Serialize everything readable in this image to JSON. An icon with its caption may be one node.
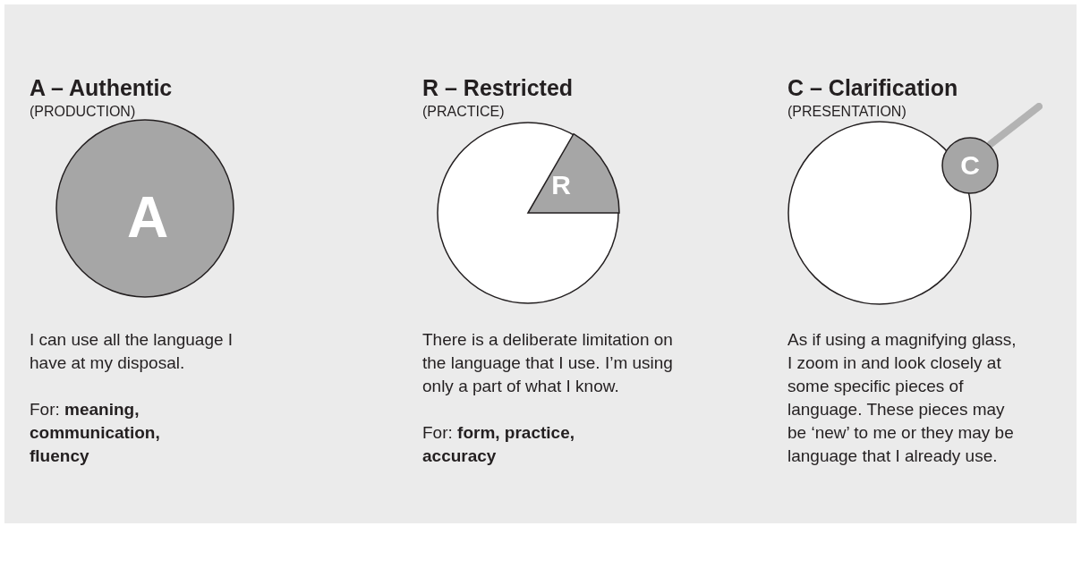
{
  "diagram": {
    "nodes": [
      {
        "text": [
          "A"
        ]
      },
      {
        "text": [],
        "shape": "circle"
      },
      {
        "text": [
          "R"
        ],
        "in": 1
      },
      {
        "text": [],
        "shape": "circle"
      },
      {
        "text": [
          "C"
        ]
      }
    ],
    "labels": [
      "A – Authentic",
      "(PRODUCTION)",
      "R – Restricted",
      "(PRACTICE)",
      "C – Clarification",
      "(PRESENTATION)",
      "I can use all the language I have at my disposal.",
      "For: **meaning, communication, fluency**",
      "There is a deliberate limitation on the language that I use. I’m using only a part of what I know.",
      "For: **form, practice, accuracy**",
      "As if using a magnifying glass, I zoom in and look closely at some specific pieces of language. These pieces may be ‘new’ to me or they may be language that I already use."
    ]
  }
}
